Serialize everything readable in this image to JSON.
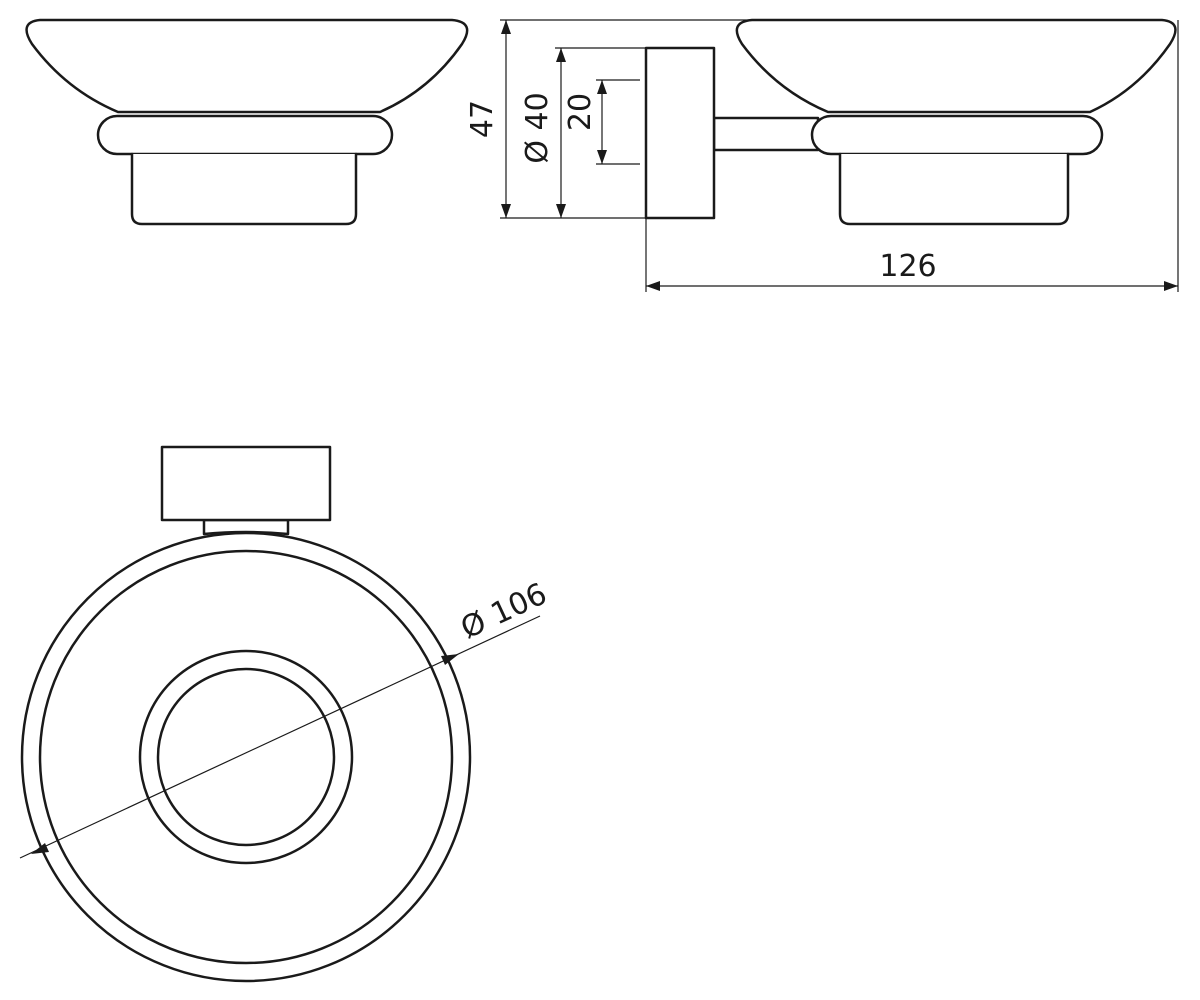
{
  "dimensions": {
    "height_total": "47",
    "wall_plate_diameter": "Ø 40",
    "wall_plate_offset": "20",
    "total_depth": "126",
    "dish_diameter": "Ø 106"
  },
  "colors": {
    "line": "#1a1a1a",
    "background": "#ffffff"
  }
}
